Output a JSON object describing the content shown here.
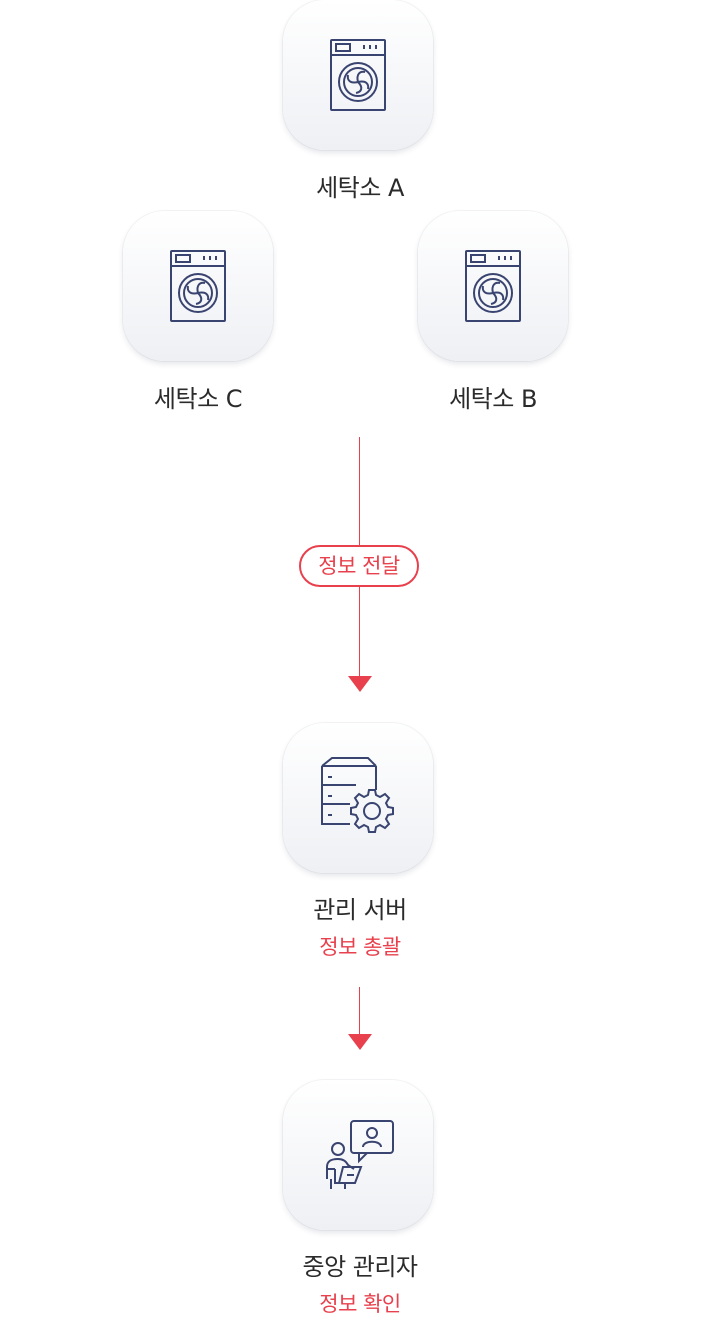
{
  "nodes": {
    "laundry_a": {
      "label": "세탁소 A",
      "icon": "washing-machine-icon"
    },
    "laundry_c": {
      "label": "세탁소 C",
      "icon": "washing-machine-icon"
    },
    "laundry_b": {
      "label": "세탁소 B",
      "icon": "washing-machine-icon"
    },
    "server": {
      "label": "관리 서버",
      "sub": "정보 총괄",
      "icon": "server-gear-icon"
    },
    "admin": {
      "label": "중앙 관리자",
      "sub": "정보 확인",
      "icon": "manager-chat-icon"
    }
  },
  "connector": {
    "label": "정보 전달"
  },
  "colors": {
    "accent": "#e8404c",
    "icon_stroke": "#3a4470"
  }
}
